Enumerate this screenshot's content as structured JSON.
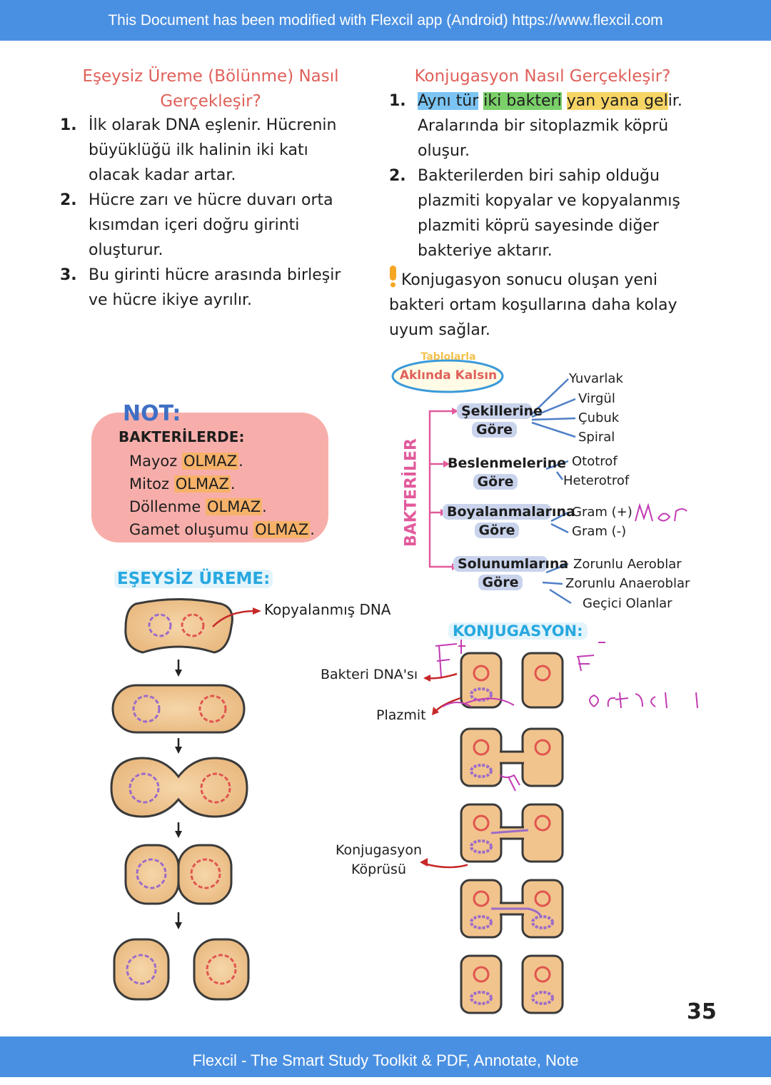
{
  "header": {
    "banner": "This Document has been modified with Flexcil app (Android) https://www.flexcil.com"
  },
  "footer": {
    "banner": "Flexcil - The Smart Study Toolkit & PDF, Annotate, Note",
    "page_number": "35"
  },
  "asexual": {
    "title_line1": "Eşeysiz Üreme (Bölünme) Nasıl",
    "title_line2": "Gerçekleşir?",
    "steps": [
      {
        "num": "1.",
        "text": "İlk olarak DNA eşlenir. Hücrenin büyüklüğü ilk halinin iki katı olacak kadar artar."
      },
      {
        "num": "2.",
        "text": "Hücre zarı ve hücre duvarı orta kısımdan içeri doğru girinti oluşturur."
      },
      {
        "num": "3.",
        "text": "Bu girinti hücre arasında birleşir ve hücre ikiye ayrılır."
      }
    ]
  },
  "conjugation": {
    "title": "Konjugasyon Nasıl Gerçekleşir?",
    "step1_num": "1.",
    "step1_hl1": "Aynı tür",
    "step1_hl2": "iki bakteri",
    "step1_hl3": "yan yana gel",
    "step1_rest": "ir.",
    "step1_cont": "Aralarında bir sitoplazmik köprü oluşur.",
    "step2_num": "2.",
    "step2_text": "Bakterilerden biri sahip olduğu plazmiti kopyalar ve kopyalanmış plazmiti köprü sayesinde diğer bakteriye aktarır.",
    "warning": "Konjugasyon sonucu oluşan yeni bakteri ortam koşullarına daha kolay uyum sağlar."
  },
  "mindmap": {
    "badge_line1": "Tablolarla",
    "badge_line2": "Aklında Kalsın",
    "root": "BAKTERİLER",
    "branches": [
      {
        "line1": "Şekillerine",
        "line2": "Göre",
        "leaves": [
          "Yuvarlak",
          "Virgül",
          "Çubuk",
          "Spiral"
        ]
      },
      {
        "line1": "Beslenmelerine",
        "line2": "Göre",
        "leaves": [
          "Ototrof",
          "Heterotrof"
        ]
      },
      {
        "line1": "Boyalanmalarına",
        "line2": "Göre",
        "leaves": [
          "Gram (+)",
          "Gram (-)"
        ]
      },
      {
        "line1": "Solunumlarına",
        "line2": "Göre",
        "leaves": [
          "Zorunlu Aeroblar",
          "Zorunlu Anaeroblar",
          "Geçici Olanlar"
        ]
      }
    ]
  },
  "note": {
    "title": "NOT:",
    "subtitle": "BAKTERİLERDE:",
    "items": [
      {
        "text": "Mayoz",
        "hl": "OLMAZ",
        "end": "."
      },
      {
        "text": "Mitoz",
        "hl": "OLMAZ",
        "end": "."
      },
      {
        "text": "Döllenme",
        "hl": "OLMAZ",
        "end": "."
      },
      {
        "text": "Gamet oluşumu",
        "hl": "OLMAZ",
        "end": "."
      }
    ]
  },
  "asexual_diagram": {
    "title": "EŞEYSİZ ÜREME:",
    "label_copied_dna": "Kopyalanmış DNA"
  },
  "conjugation_diagram": {
    "title": "KONJUGASYON:",
    "label_dna": "Bakteri DNA'sı",
    "label_plasmid": "Plazmit",
    "label_bridge_line1": "Konjugasyon",
    "label_bridge_line2": "Köprüsü"
  },
  "colors": {
    "banner": "#4a90e2",
    "title_red": "#e0605a",
    "cyan_title": "#27a8e0",
    "pink": "#e25a9b",
    "arrow_red": "#c62828",
    "ink": "#c23bb3"
  }
}
